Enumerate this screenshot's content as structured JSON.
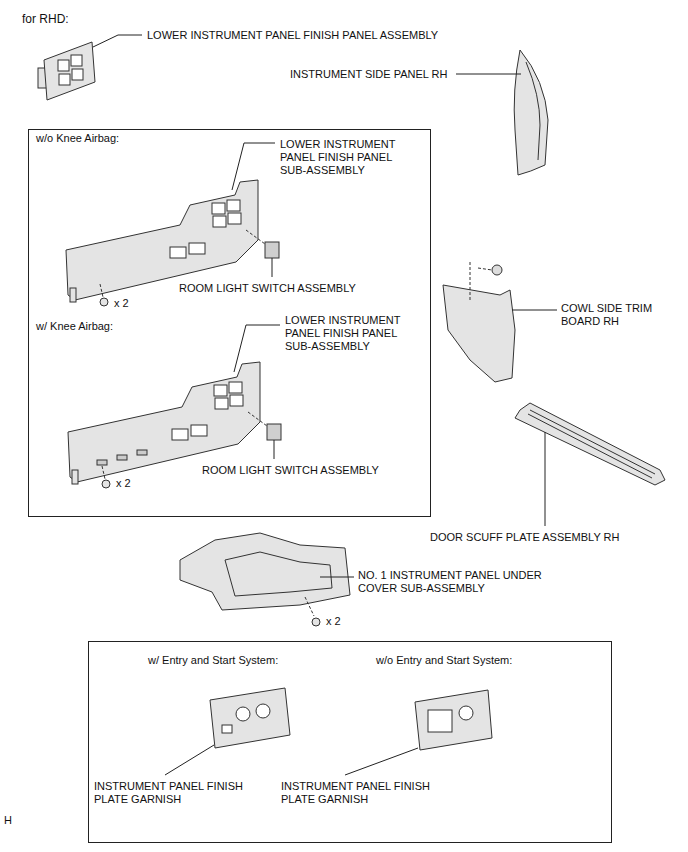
{
  "diagram": {
    "nodes": [
      {
        "text": [
          "w/o Knee Airbag:",
          "LOWER INSTRUMENT PANEL FINISH PANEL SUB-ASSEMBLY",
          "ROOM LIGHT SWITCH ASSEMBLY",
          "x 2",
          "w/ Knee Airbag:",
          "LOWER INSTRUMENT PANEL FINISH PANEL SUB-ASSEMBLY",
          "ROOM LIGHT SWITCH ASSEMBLY",
          "x 2"
        ]
      },
      {
        "text": [
          "w/ Entry and Start System:",
          "w/o Entry and Start System:",
          "INSTRUMENT PANEL FINISH PLATE GARNISH",
          "INSTRUMENT PANEL FINISH PLATE GARNISH"
        ]
      }
    ],
    "labels": [
      "for RHD:",
      "LOWER INSTRUMENT PANEL FINISH PANEL ASSEMBLY",
      "INSTRUMENT SIDE PANEL RH",
      "COWL SIDE TRIM BOARD RH",
      "DOOR SCUFF PLATE ASSEMBLY RH",
      "NO. 1 INSTRUMENT PANEL UNDER COVER SUB-ASSEMBLY",
      "x 2",
      "H"
    ]
  }
}
